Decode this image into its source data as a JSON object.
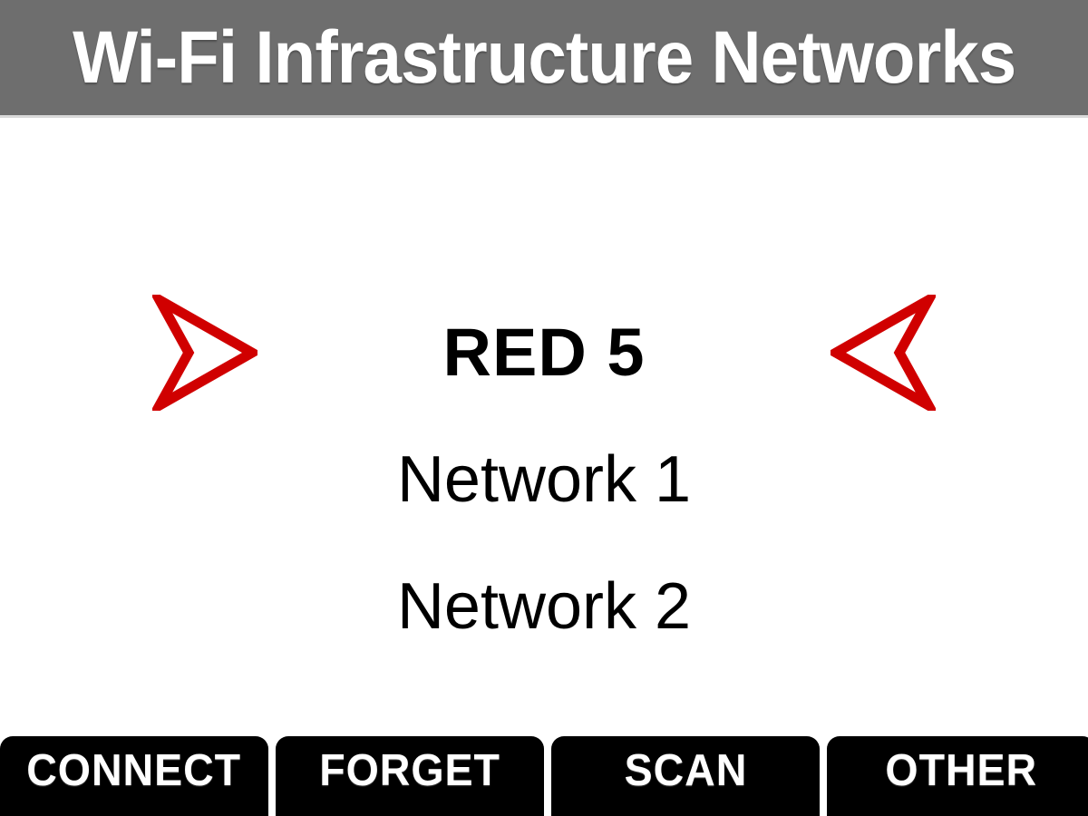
{
  "header": {
    "title": "Wi-Fi Infrastructure Networks",
    "background_color": "#6e6e6e",
    "text_color": "#ffffff"
  },
  "network_list": {
    "selection_marker_color": "#d00000",
    "selected_index": 0,
    "items": [
      {
        "name": "RED 5",
        "selected": true
      },
      {
        "name": "Network 1",
        "selected": false
      },
      {
        "name": "Network 2",
        "selected": false
      }
    ]
  },
  "button_bar": {
    "background_color": "#000000",
    "text_color": "#ffffff",
    "buttons": [
      {
        "label": "CONNECT"
      },
      {
        "label": "FORGET"
      },
      {
        "label": "SCAN"
      },
      {
        "label": "OTHER"
      }
    ]
  },
  "icons": {
    "marker_left": "arrow-right-outline-icon",
    "marker_right": "arrow-left-outline-icon"
  }
}
